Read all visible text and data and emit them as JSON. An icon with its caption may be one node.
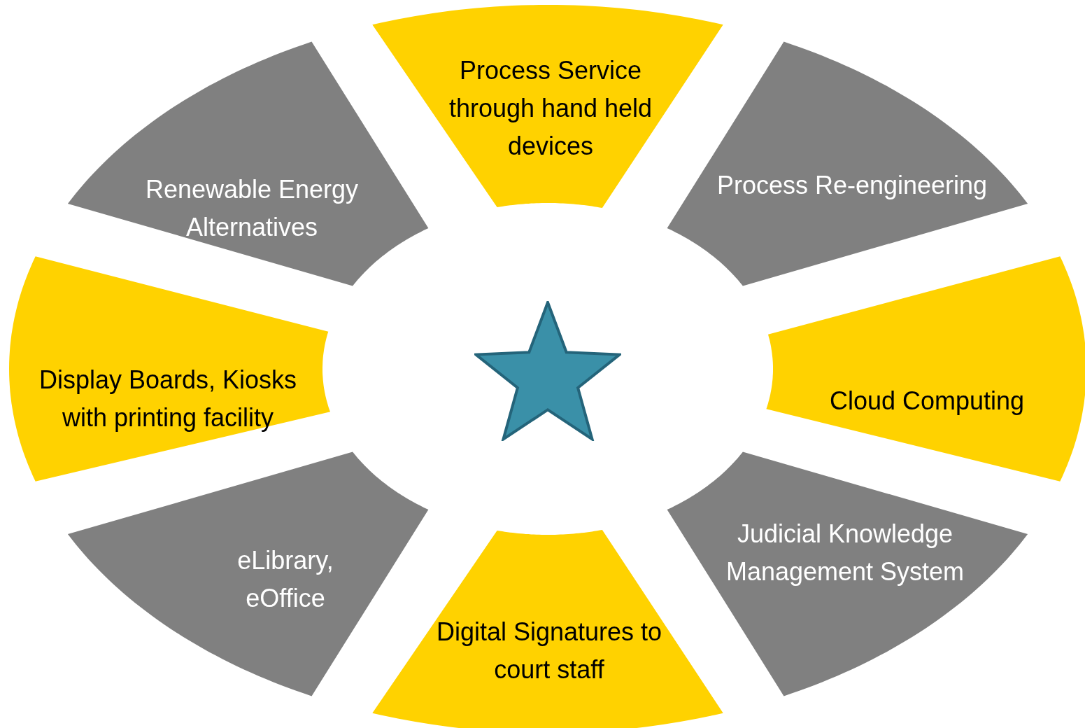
{
  "diagram": {
    "nodes": [
      {
        "text": [
          "Process Service through hand held devices"
        ]
      },
      {
        "text": [
          "Renewable Energy Alternatives"
        ]
      },
      {
        "text": [
          "Process Re-engineering"
        ]
      },
      {
        "text": [
          "Display Boards, Kiosks with printing facility"
        ]
      },
      {
        "text": [],
        "shape": "star"
      },
      {
        "text": [
          "Cloud Computing"
        ]
      },
      {
        "text": [
          "eLibrary, eOffice"
        ]
      },
      {
        "text": [
          "Judicial Knowledge Management System"
        ]
      },
      {
        "text": [
          "Digital Signatures to court staff"
        ]
      }
    ]
  }
}
